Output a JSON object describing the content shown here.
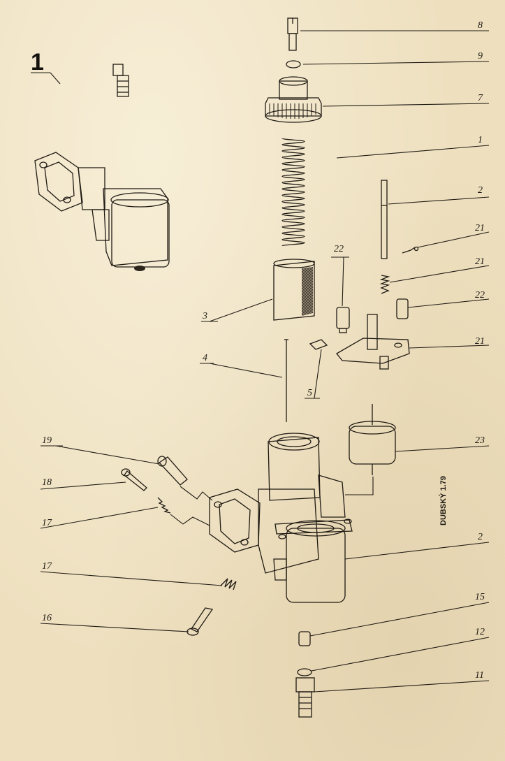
{
  "figure_number": "1",
  "signature": "DUBSKÝ 1.79",
  "callouts": [
    {
      "id": "c8",
      "text": "8"
    },
    {
      "id": "c9",
      "text": "9"
    },
    {
      "id": "c7",
      "text": "7"
    },
    {
      "id": "c1",
      "text": "1"
    },
    {
      "id": "c2a",
      "text": "2"
    },
    {
      "id": "c21a",
      "text": "21"
    },
    {
      "id": "c21b",
      "text": "21"
    },
    {
      "id": "c22a",
      "text": "22"
    },
    {
      "id": "c22b",
      "text": "22"
    },
    {
      "id": "c21c",
      "text": "21"
    },
    {
      "id": "c3",
      "text": "3"
    },
    {
      "id": "c4",
      "text": "4"
    },
    {
      "id": "c5",
      "text": "5"
    },
    {
      "id": "c23",
      "text": "23"
    },
    {
      "id": "c19",
      "text": "19"
    },
    {
      "id": "c18",
      "text": "18"
    },
    {
      "id": "c17a",
      "text": "17"
    },
    {
      "id": "c2b",
      "text": "2"
    },
    {
      "id": "c17b",
      "text": "17"
    },
    {
      "id": "c16",
      "text": "16"
    },
    {
      "id": "c15",
      "text": "15"
    },
    {
      "id": "c12",
      "text": "12"
    },
    {
      "id": "c11",
      "text": "11"
    }
  ],
  "colors": {
    "paper": "#eee0bf",
    "ink": "#1f1a13",
    "shade": "#6b6152"
  }
}
